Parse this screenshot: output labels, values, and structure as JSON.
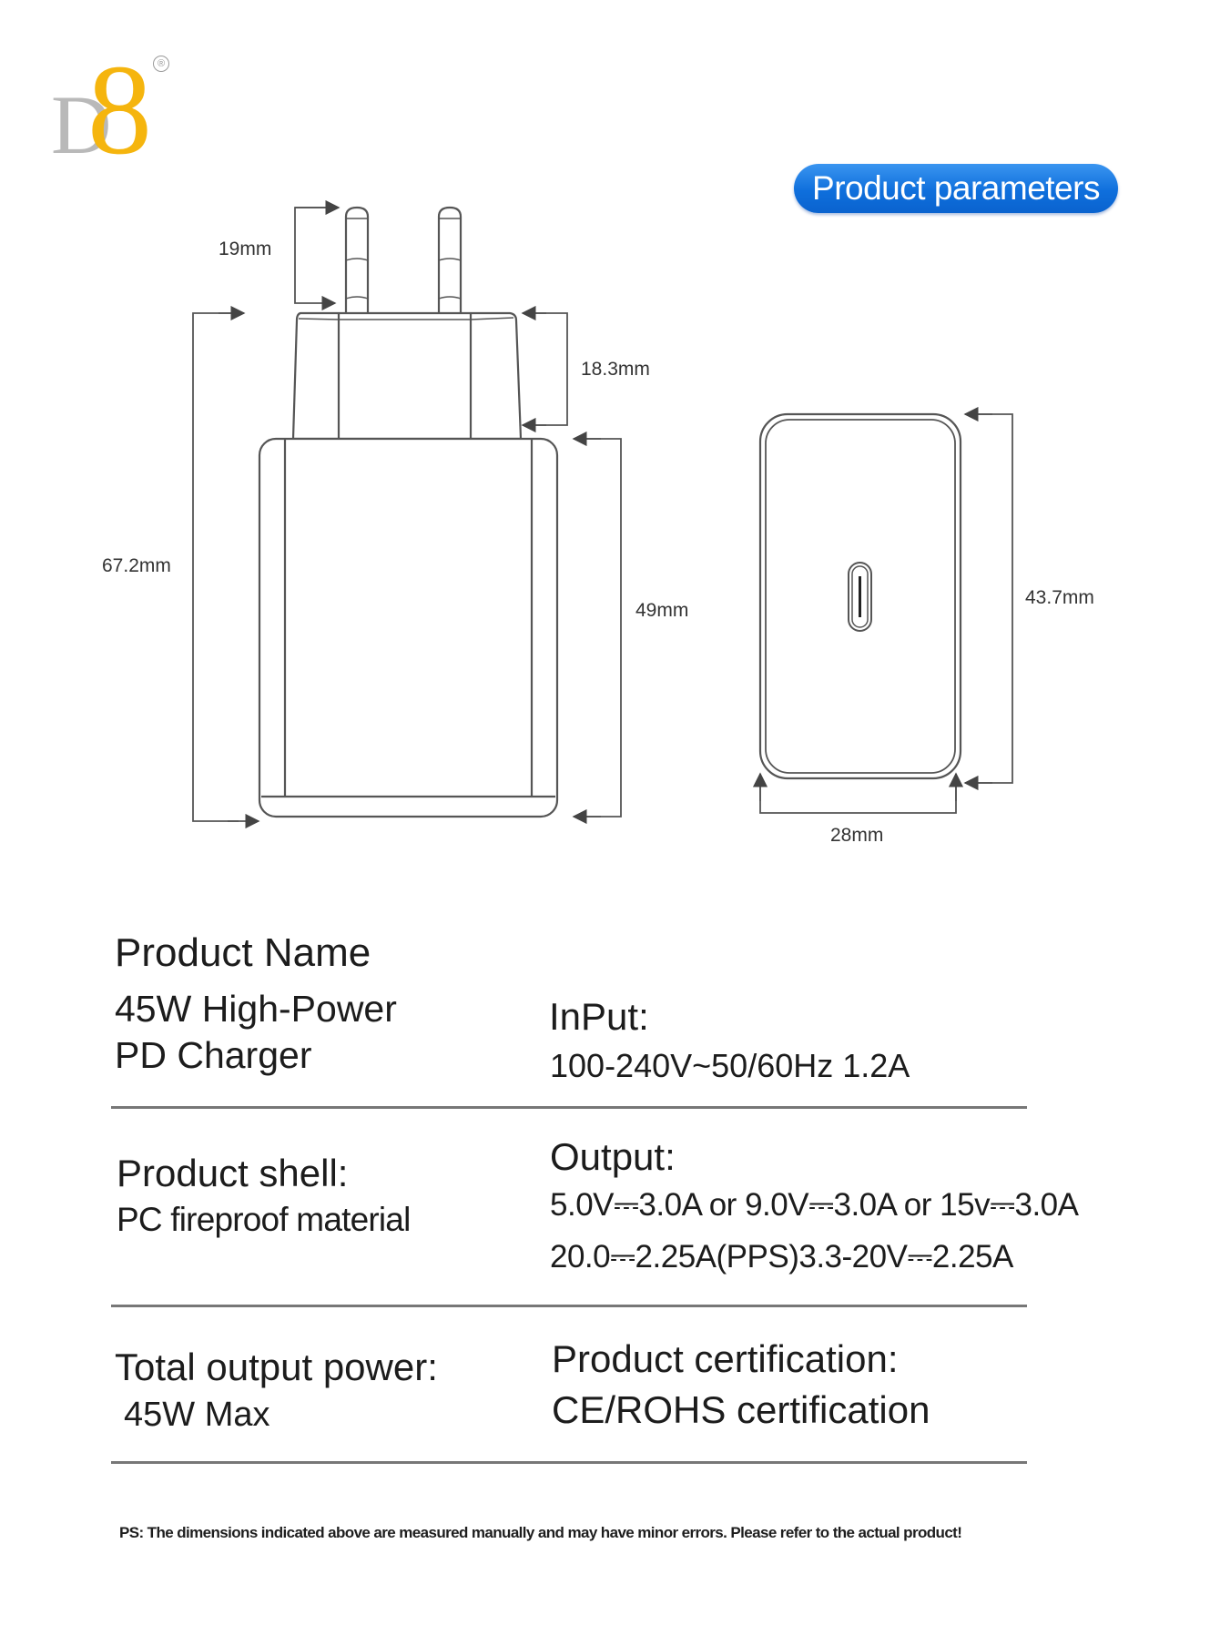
{
  "brand": {
    "logo_letter": "D",
    "logo_digit": "8",
    "registered_mark": "®",
    "colors": {
      "letter": "#b9b9b9",
      "digit": "#f5b50e"
    }
  },
  "header": {
    "badge_label": "Product parameters",
    "badge_color": "#0f6fdc"
  },
  "diagram": {
    "front_view": {
      "pin_length": "19mm",
      "plug_height": "18.3mm",
      "total_height": "67.2mm",
      "body_height": "49mm"
    },
    "side_view": {
      "height": "43.7mm",
      "width": "28mm",
      "port": "usb-c-port-icon"
    }
  },
  "specs": {
    "product_name": {
      "title": "Product Name",
      "lines": [
        "45W High-Power",
        "PD Charger"
      ]
    },
    "input": {
      "title": "InPut:",
      "value": "100-240V~50/60Hz  1.2A"
    },
    "shell": {
      "title": "Product shell:",
      "value": "PC fireproof material"
    },
    "output": {
      "title": "Output:",
      "lines": [
        "5.0V⎓3.0A or 9.0V⎓3.0A or 15v⎓3.0A",
        "20.0⎓2.25A(PPS)3.3-20V⎓2.25A"
      ]
    },
    "total_power": {
      "title": "Total output power:",
      "value": "45W  Max"
    },
    "certification": {
      "title": "Product certification:",
      "value": "CE/ROHS certification"
    }
  },
  "footer": {
    "note": "PS: The dimensions indicated above are measured manually and may have minor errors. Please refer to the actual product!"
  }
}
